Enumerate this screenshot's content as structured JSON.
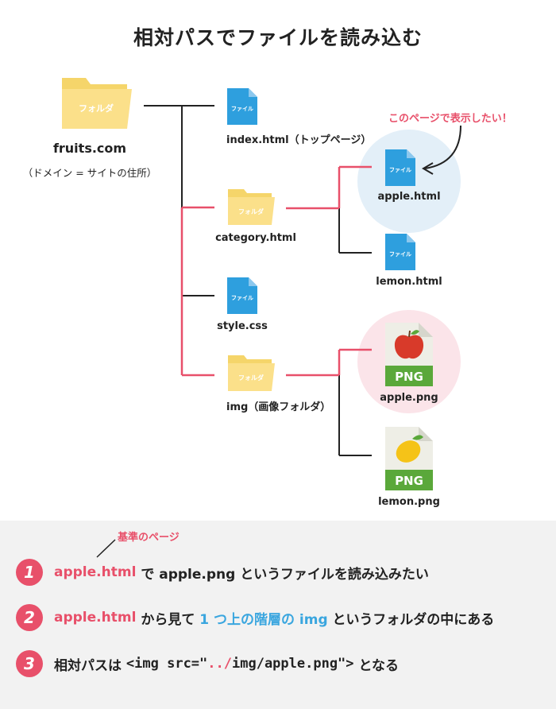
{
  "title": "相対パスでファイルを読み込む",
  "icon_text": {
    "folder": "フォルダ",
    "file": "ファイル",
    "png": "PNG"
  },
  "tree": {
    "root_name": "fruits.com",
    "root_note": "（ドメイン = サイトの住所）",
    "index": "index.html（トップページ）",
    "category": "category.html",
    "style": "style.css",
    "img": "img（画像フォルダ）",
    "apple_html": "apple.html",
    "lemon_html": "lemon.html",
    "apple_png": "apple.png",
    "lemon_png": "lemon.png"
  },
  "callout": "このページで表示したい！",
  "base_note": "基準のページ",
  "steps": [
    {
      "num": "1",
      "a": "apple.html",
      "b": " で apple.png というファイルを読み込みたい"
    },
    {
      "num": "2",
      "a": "apple.html",
      "b": " から見て ",
      "c": "1 つ上の階層の img",
      "d": " というフォルダの中にある"
    },
    {
      "num": "3",
      "a": "相対パスは ",
      "code1": "<img src=\"",
      "code2": "../",
      "code3": "img/apple.png\">",
      "d": " となる"
    }
  ],
  "colors": {
    "accent_red": "#e8506a",
    "accent_blue": "#3aa6df",
    "folder": "#fbe08a",
    "file": "#2e9fde",
    "png_green": "#5aa83a"
  }
}
